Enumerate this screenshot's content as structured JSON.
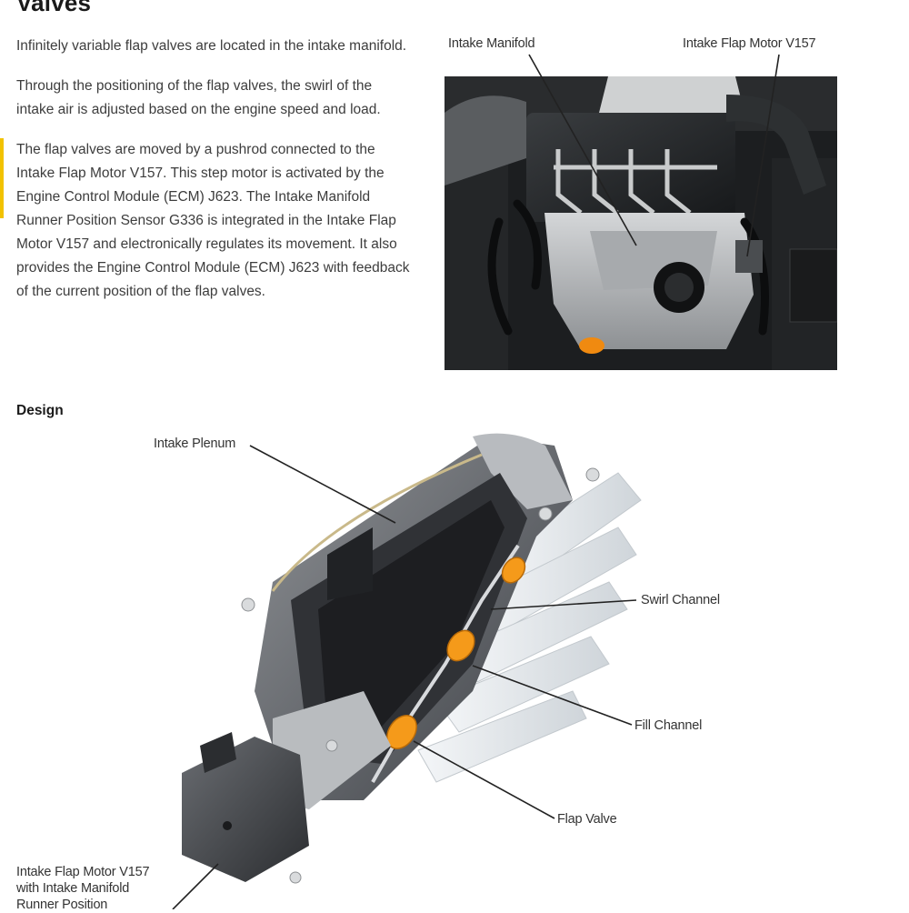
{
  "page": {
    "title": "Valves",
    "paragraphs": [
      "Infinitely variable flap valves are located in the intake manifold.",
      "Through the positioning of the flap valves, the swirl of the intake air is adjusted based on the engine speed and load.",
      "The flap valves are moved by a pushrod connected to the Intake Flap Motor V157. This step motor is activated by the Engine Control Module (ECM) J623. The Intake Manifold Runner Position Sensor G336 is integrated in the Intake Flap Motor V157 and electronically regulates its movement. It also provides the Engine Control Module (ECM) J623 with feedback of the current position of the flap valves."
    ],
    "design_heading": "Design"
  },
  "photo_callouts": {
    "intake_manifold": "Intake Manifold",
    "intake_flap_motor": "Intake Flap Motor V157"
  },
  "diagram_callouts": {
    "intake_plenum": "Intake Plenum",
    "swirl_channel": "Swirl Channel",
    "fill_channel": "Fill Channel",
    "flap_valve": "Flap Valve",
    "flap_motor_line1": "Intake Flap Motor V157",
    "flap_motor_line2": "with Intake Manifold",
    "flap_motor_line3": "Runner Position"
  },
  "colors": {
    "accent_bar": "#f2c200",
    "flap_valve": "#e88a12"
  }
}
